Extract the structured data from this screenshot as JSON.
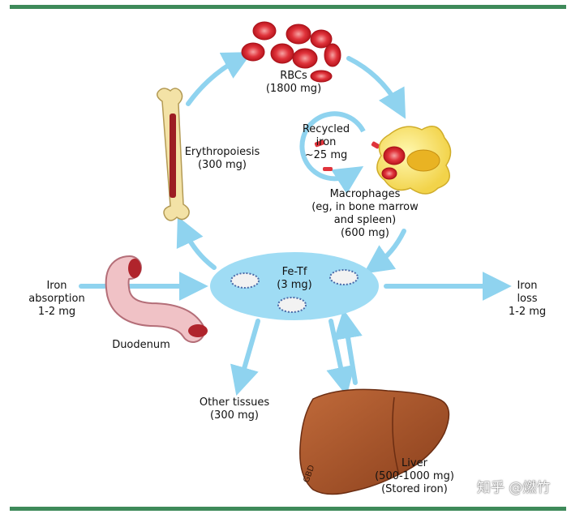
{
  "labels": {
    "rbcs": {
      "name": "RBCs",
      "amount": "(1800 mg)"
    },
    "erythropoiesis": {
      "name": "Erythropoiesis",
      "amount": "(300 mg)"
    },
    "recycled": {
      "line1": "Recycled",
      "line2": "iron",
      "line3": "~25 mg"
    },
    "macrophages": {
      "line1": "Macrophages",
      "line2": "(eg, in bone marrow",
      "line3": "and spleen)",
      "line4": "(600 mg)"
    },
    "fetf": {
      "name": "Fe-Tf",
      "amount": "(3 mg)"
    },
    "absorption": {
      "line1": "Iron",
      "line2": "absorption",
      "line3": "1-2 mg"
    },
    "loss": {
      "line1": "Iron",
      "line2": "loss",
      "line3": "1-2 mg"
    },
    "duodenum": {
      "name": "Duodenum"
    },
    "other": {
      "name": "Other tissues",
      "amount": "(300 mg)"
    },
    "liver": {
      "name": "Liver",
      "amount": "(500-1000 mg)",
      "note": "(Stored iron)"
    },
    "watermark": "知乎 @燃竹"
  },
  "colors": {
    "arrow": "#8fd3ef",
    "pool": "#9fdcf4",
    "rbc": "#e0343c",
    "liver": "#a0522d",
    "bar": "#3e8a5a"
  }
}
